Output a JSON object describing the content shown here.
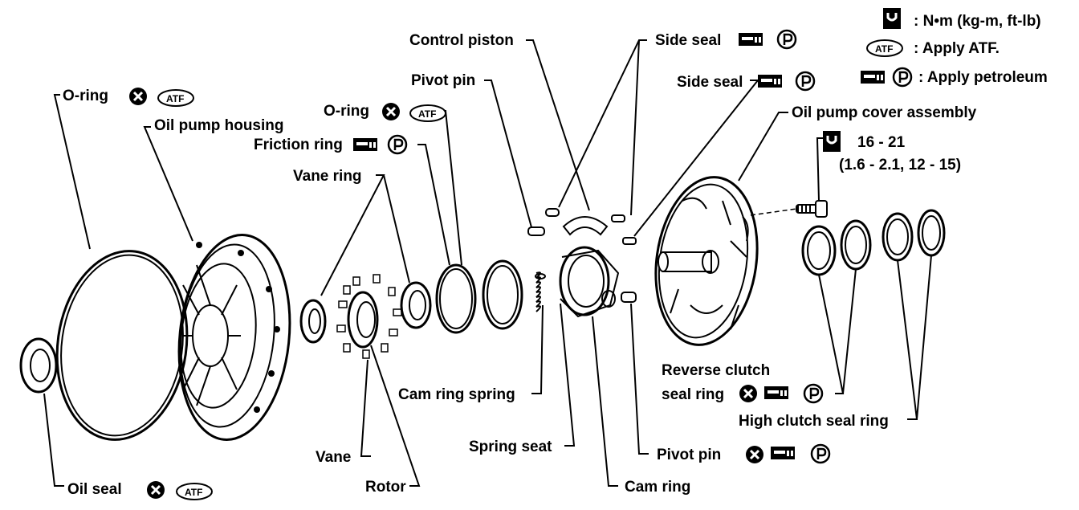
{
  "diagram": {
    "legend": {
      "torque": ": N•m (kg-m, ft-lb)",
      "atf": ": Apply ATF.",
      "petroleum": ": Apply petroleum",
      "atf_badge": "ATF",
      "p_badge": "P"
    },
    "labels": {
      "o_ring_outer": "O-ring",
      "oil_pump_housing": "Oil pump housing",
      "oil_seal": "Oil seal",
      "vane_ring": "Vane ring",
      "vane": "Vane",
      "rotor": "Rotor",
      "o_ring_inner": "O-ring",
      "friction_ring": "Friction ring",
      "pivot_pin_top": "Pivot pin",
      "control_piston": "Control piston",
      "cam_ring_spring": "Cam ring spring",
      "spring_seat": "Spring seat",
      "cam_ring": "Cam ring",
      "pivot_pin_bottom": "Pivot pin",
      "side_seal_1": "Side seal",
      "side_seal_2": "Side seal",
      "oil_pump_cover": "Oil pump cover assembly",
      "torque_value": "16 - 21",
      "torque_alt": "(1.6 - 2.1, 12 - 15)",
      "reverse_clutch_1": "Reverse clutch",
      "reverse_clutch_2": "seal ring",
      "high_clutch": "High clutch seal ring"
    }
  }
}
